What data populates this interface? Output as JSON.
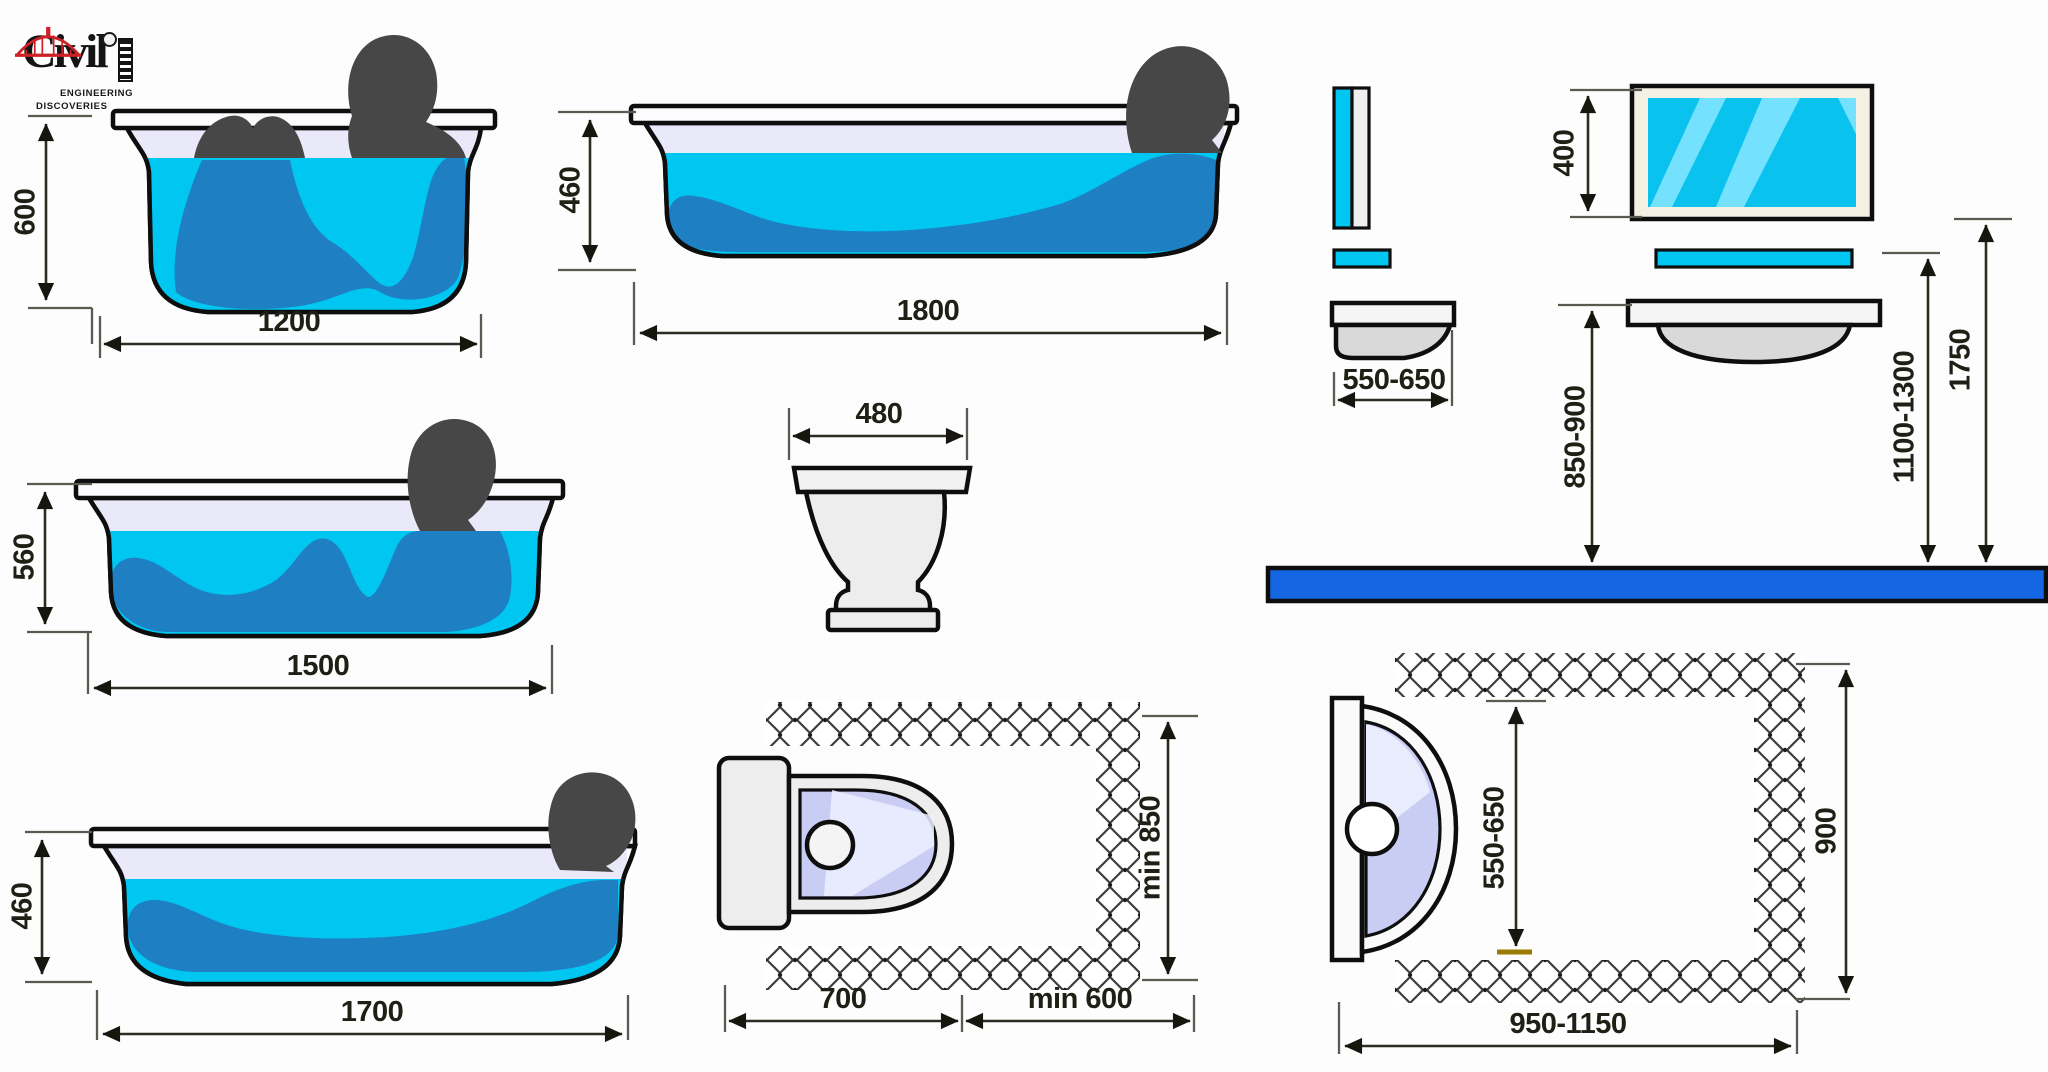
{
  "logo": {
    "word": "Civil",
    "line1": "ENGINEERING",
    "line2": "DISCOVERIES"
  },
  "colors": {
    "water": "#00C6F2",
    "water_deep": "#1E7FC2",
    "person": "#474747",
    "fixture": "#EDEDED",
    "bowl_lavender": "#C9CDF4",
    "floor_blue": "#1566E2",
    "mirror_glass": "#0AC2EE",
    "accent_red": "#CE2127"
  },
  "bathtubs": [
    {
      "pose": "sitting",
      "height": "600",
      "length": "1200"
    },
    {
      "pose": "lying-flat",
      "height": "460",
      "length": "1800"
    },
    {
      "pose": "reclining",
      "height": "560",
      "length": "1500"
    },
    {
      "pose": "lying-flat",
      "height": "460",
      "length": "1700"
    }
  ],
  "toilet": {
    "front_width": "480",
    "plan_depth": "700",
    "side_clearance": "min 600",
    "front_clearance": "min 850"
  },
  "washstand": {
    "depth": "550-650",
    "mirror_height": "400",
    "basin_mount_height": "850-900",
    "shelf_height": "1100-1300",
    "mirror_top_height": "1750"
  },
  "corner_basin_room": {
    "basin_depth": "550-650",
    "room_width": "950-1150",
    "room_depth": "900"
  }
}
